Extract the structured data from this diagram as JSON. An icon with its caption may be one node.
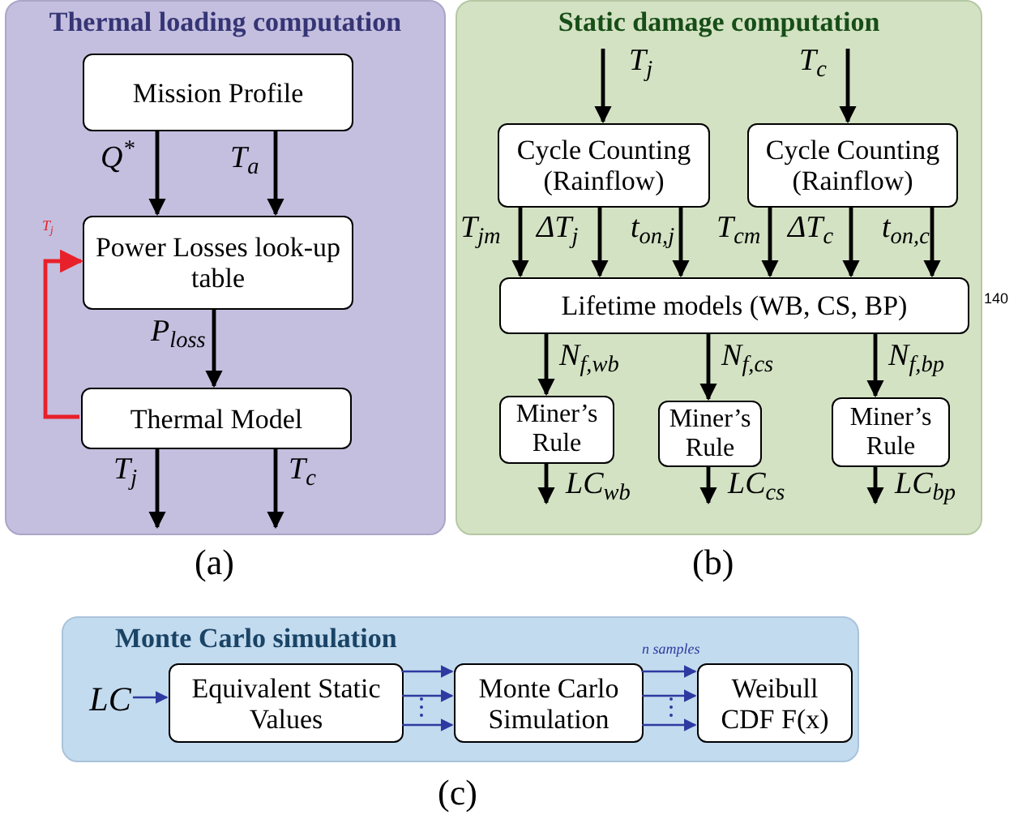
{
  "diagram": {
    "nodes": [
      {
        "text": [
          "Thermal loading computation"
        ]
      },
      {
        "text": [
          "Mission Profile"
        ],
        "in": 0
      },
      {
        "text": [
          "Power Losses look-up table"
        ],
        "in": 0
      },
      {
        "text": [
          "Thermal Model"
        ],
        "in": 0
      },
      {
        "text": [
          "Static damage computation"
        ]
      },
      {
        "text": [
          "Cycle Counting (Rainflow)"
        ],
        "in": 4
      },
      {
        "text": [
          "Cycle Counting (Rainflow)"
        ],
        "in": 4
      },
      {
        "text": [
          "Lifetime models (WB, CS, BP)"
        ],
        "in": 4
      },
      {
        "text": [
          "Miner’s Rule"
        ],
        "in": 4
      },
      {
        "text": [
          "Miner’s Rule"
        ],
        "in": 4
      },
      {
        "text": [
          "Miner’s Rule"
        ],
        "in": 4
      },
      {
        "text": [
          "Monte Carlo simulation"
        ]
      },
      {
        "text": [
          "LC"
        ],
        "in": 11
      },
      {
        "text": [
          "Equivalent Static Values"
        ],
        "in": 11
      },
      {
        "text": [
          "Monte Carlo Simulation"
        ],
        "in": 11
      },
      {
        "text": [
          "Weibull CDF F(x)"
        ],
        "in": 11
      }
    ],
    "edges": [
      {
        "from": 1,
        "to": 2,
        "arrow": "to",
        "label": "Q$^{*}$"
      },
      {
        "from": 1,
        "to": 2,
        "arrow": "to",
        "label": "T$_{a}$"
      },
      {
        "from": 2,
        "to": 3,
        "arrow": "to",
        "label": "P$_{loss}$"
      },
      {
        "from": 3,
        "to": 2,
        "arrow": "to",
        "label": "T$_{j}$",
        "color": "#e8202a"
      },
      {
        "from": 3,
        "to": null,
        "arrow": "to",
        "label": "T$_{j}$"
      },
      {
        "from": 3,
        "to": null,
        "arrow": "to",
        "label": "T$_{c}$"
      },
      {
        "from": null,
        "to": 5,
        "arrow": "to",
        "label": "T$_{j}$"
      },
      {
        "from": null,
        "to": 6,
        "arrow": "to",
        "label": "T$_{c}$"
      },
      {
        "from": 5,
        "to": 7,
        "arrow": "to",
        "label": "T$_{jm}$"
      },
      {
        "from": 5,
        "to": 7,
        "arrow": "to",
        "label": "ΔT$_{j}$"
      },
      {
        "from": 5,
        "to": 7,
        "arrow": "to",
        "label": "t$_{on,j}$"
      },
      {
        "from": 6,
        "to": 7,
        "arrow": "to",
        "label": "T$_{cm}$"
      },
      {
        "from": 6,
        "to": 7,
        "arrow": "to",
        "label": "ΔT$_{c}$"
      },
      {
        "from": 6,
        "to": 7,
        "arrow": "to",
        "label": "t$_{on,c}$"
      },
      {
        "from": 7,
        "to": 8,
        "arrow": "to",
        "label": "N$_{f,wb}$"
      },
      {
        "from": 7,
        "to": 9,
        "arrow": "to",
        "label": "N$_{f,cs}$"
      },
      {
        "from": 7,
        "to": 10,
        "arrow": "to",
        "label": "N$_{f,bp}$"
      },
      {
        "from": 8,
        "to": null,
        "arrow": "to",
        "label": "LC$_{wb}$"
      },
      {
        "from": 9,
        "to": null,
        "arrow": "to",
        "label": "LC$_{cs}$"
      },
      {
        "from": 10,
        "to": null,
        "arrow": "to",
        "label": "LC$_{bp}$"
      },
      {
        "from": 12,
        "to": 13,
        "arrow": "to",
        "color": "#2e3aa0"
      },
      {
        "from": 13,
        "to": 14,
        "arrow": "to",
        "color": "#2e3aa0"
      },
      {
        "from": 13,
        "to": 14,
        "arrow": "to",
        "color": "#2e3aa0"
      },
      {
        "from": 13,
        "to": 14,
        "arrow": "to",
        "color": "#2e3aa0"
      },
      {
        "from": 14,
        "to": 15,
        "arrow": "to",
        "color": "#2e3aa0",
        "label": "n samples"
      },
      {
        "from": 14,
        "to": 15,
        "arrow": "to",
        "color": "#2e3aa0"
      },
      {
        "from": 14,
        "to": 15,
        "arrow": "to",
        "color": "#2e3aa0"
      }
    ],
    "labels": [
      "(a)",
      "(b)",
      "140",
      "(c)"
    ]
  }
}
